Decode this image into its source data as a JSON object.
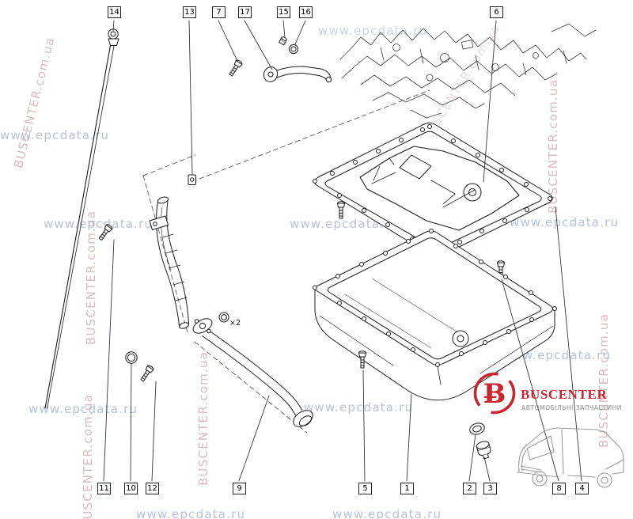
{
  "watermarks": {
    "buscenter": "BUSCENTER.com.ua",
    "epcdata": "www.epcdata.ru"
  },
  "callouts": {
    "top": [
      "14",
      "13",
      "7",
      "17",
      "15",
      "16",
      "6"
    ],
    "bottom": [
      "11",
      "10",
      "12",
      "9",
      "5",
      "1",
      "2",
      "3",
      "8",
      "4"
    ]
  },
  "annotations": {
    "x2": "×2"
  },
  "logo": {
    "symbol": "Ƀ",
    "brand": "BUSCENTER",
    "tagline": "АВТОМОБІЛЬНІ ЗАПЧАСТИНИ"
  },
  "colors": {
    "brand_red": "#c9252c",
    "line": "#1a1a1a",
    "watermark_pink": "#b89296",
    "watermark_blue": "#8fa2c1"
  }
}
